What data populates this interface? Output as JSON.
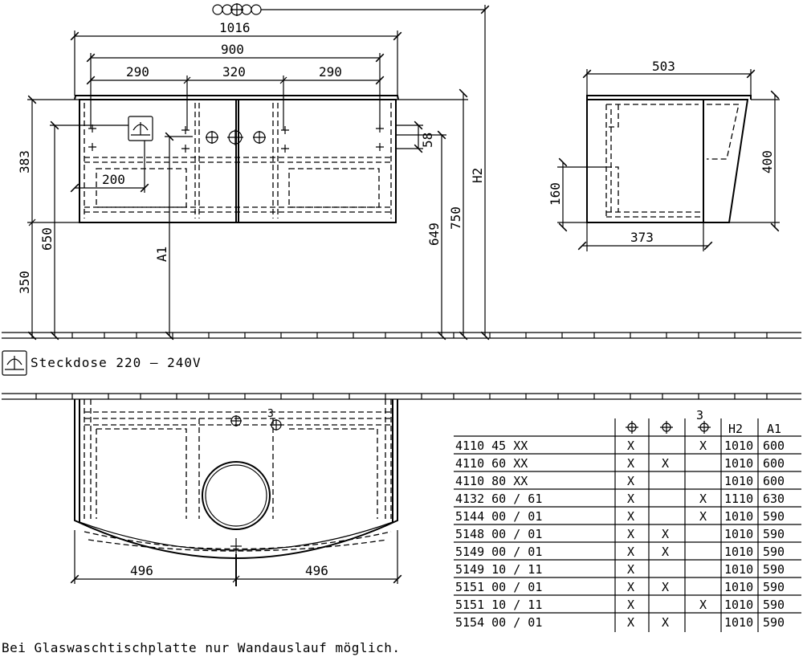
{
  "dims_front": {
    "w1016": "1016",
    "w900": "900",
    "w290a": "290",
    "w320": "320",
    "w290b": "290",
    "h383": "383",
    "h650": "650",
    "h350": "350",
    "w200": "200",
    "a1": "A1",
    "h58": "58",
    "h649": "649",
    "h750": "750",
    "h2": "H2"
  },
  "dims_side": {
    "w503": "503",
    "h400": "400",
    "h160": "160",
    "w373": "373"
  },
  "dims_top": {
    "w496a": "496",
    "w496b": "496",
    "sym3": "3"
  },
  "legend": {
    "label": "Steckdose 220 – 240V"
  },
  "note": "Bei Glaswaschtischplatte nur Wandauslauf möglich.",
  "table": {
    "header_sup": "3",
    "h2": "H2",
    "a1": "A1",
    "rows": [
      {
        "code": "4110 45 XX",
        "c1": "X",
        "c2": "",
        "c3": "X",
        "h2": "1010",
        "a1": "600"
      },
      {
        "code": "4110 60 XX",
        "c1": "X",
        "c2": "X",
        "c3": "",
        "h2": "1010",
        "a1": "600"
      },
      {
        "code": "4110 80 XX",
        "c1": "X",
        "c2": "",
        "c3": "",
        "h2": "1010",
        "a1": "600"
      },
      {
        "code": "4132 60 / 61",
        "c1": "X",
        "c2": "",
        "c3": "X",
        "h2": "1110",
        "a1": "630"
      },
      {
        "code": "5144 00 / 01",
        "c1": "X",
        "c2": "",
        "c3": "X",
        "h2": "1010",
        "a1": "590"
      },
      {
        "code": "5148 00 / 01",
        "c1": "X",
        "c2": "X",
        "c3": "",
        "h2": "1010",
        "a1": "590"
      },
      {
        "code": "5149 00 / 01",
        "c1": "X",
        "c2": "X",
        "c3": "",
        "h2": "1010",
        "a1": "590"
      },
      {
        "code": "5149 10 / 11",
        "c1": "X",
        "c2": "",
        "c3": "",
        "h2": "1010",
        "a1": "590"
      },
      {
        "code": "5151 00 / 01",
        "c1": "X",
        "c2": "X",
        "c3": "",
        "h2": "1010",
        "a1": "590"
      },
      {
        "code": "5151 10 / 11",
        "c1": "X",
        "c2": "",
        "c3": "X",
        "h2": "1010",
        "a1": "590"
      },
      {
        "code": "5154 00 / 01",
        "c1": "X",
        "c2": "X",
        "c3": "",
        "h2": "1010",
        "a1": "590"
      }
    ]
  }
}
